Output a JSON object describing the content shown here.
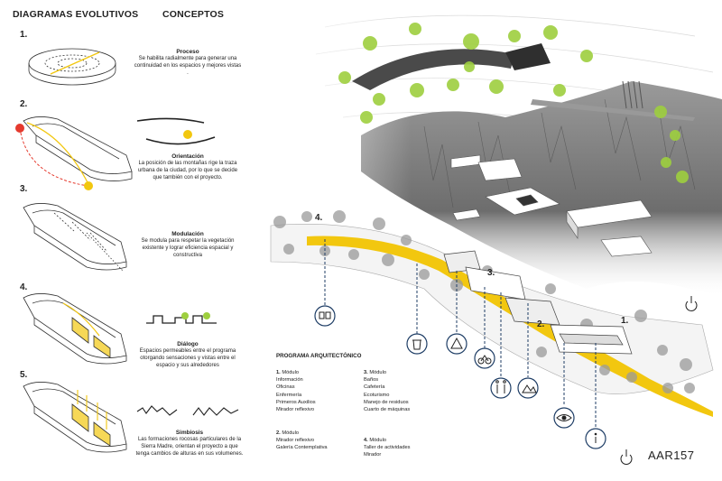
{
  "headers": {
    "left": "DIAGRAMAS EVOLUTIVOS",
    "mid": "CONCEPTOS"
  },
  "steps": [
    {
      "num": "1.",
      "title": "Proceso",
      "body": [
        "Se habilita radialmente para generar una",
        "continuidad en los espacios y mejores vistas",
        "."
      ]
    },
    {
      "num": "2.",
      "title": "Orientación",
      "body": [
        "La posición de las montañas rige la traza",
        "urbana de la ciudad, por lo que se decide",
        "que también con el proyecto."
      ]
    },
    {
      "num": "3.",
      "title": "Modulación",
      "body": [
        "Se modula para respetar la vegetación",
        "existente y lograr eficiencia espacial y",
        "constructiva"
      ]
    },
    {
      "num": "4.",
      "title": "Diálogo",
      "body": [
        "Espacios permeables entre el programa",
        "otorgando sensaciones y vistas entre el",
        "espacio y sus alrededores"
      ]
    },
    {
      "num": "5.",
      "title": "Simbiosis",
      "body": [
        "Las formaciones rocosas particulares de la",
        "Sierra Madre, orientan el proyecto a que",
        "tenga cambios de alturas en sus volumenes."
      ]
    }
  ],
  "programa": {
    "title": "PROGRAMA ARQUITECTÓNICO",
    "modules": [
      {
        "num": "1.",
        "label": "Módulo",
        "items": [
          "Información",
          "Oficinas",
          "Enfermería",
          "Primeros Auxilios",
          "Mirador reflexivo"
        ]
      },
      {
        "num": "2.",
        "label": "Módulo",
        "items": [
          "Mirador reflexivo",
          "Galería Contemplativa"
        ]
      },
      {
        "num": "3.",
        "label": "Módulo",
        "items": [
          "Baños",
          "Cafetería",
          "Ecoturismo",
          "Manejo de residuos",
          "Cuarto de máquinas"
        ]
      },
      {
        "num": "4.",
        "label": "Módulo",
        "items": [
          "Taller de actividades",
          "Mirador"
        ]
      }
    ]
  },
  "markers": [
    "4.",
    "3.",
    "2.",
    "1."
  ],
  "code": "AAR157",
  "colors": {
    "accent": "#f2c70f",
    "red": "#e53a2e",
    "tree": "#9ecf3f",
    "ink": "#222222"
  },
  "icons": [
    "binoculars-icon",
    "trash-icon",
    "tent-icon",
    "bicycle-icon",
    "restroom-icon",
    "landscape-icon",
    "eye-icon",
    "info-icon",
    "power-icon"
  ]
}
